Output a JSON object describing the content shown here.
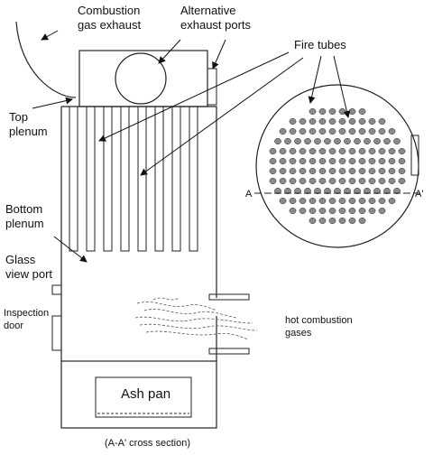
{
  "labels": {
    "combustion_exhaust": "Combustion\ngas exhaust",
    "alt_exhaust": "Alternative\nexhaust ports",
    "fire_tubes": "Fire tubes",
    "top_plenum": "Top\nplenum",
    "bottom_plenum": "Bottom\nplenum",
    "glass_view_port": "Glass\nview port",
    "inspection_door": "Inspection\ndoor",
    "ash_pan": "Ash pan",
    "hot_gases": "hot combustion\ngases",
    "section_a_left": "A",
    "section_a_right": "A'",
    "caption": "(A-A' cross section)"
  },
  "cross_section": {
    "rows": [
      6,
      10,
      12,
      13,
      14,
      14,
      14,
      14,
      13,
      12,
      10,
      6
    ]
  },
  "colors": {
    "line": "#222222",
    "tube_fill": "#8a8a8a"
  }
}
